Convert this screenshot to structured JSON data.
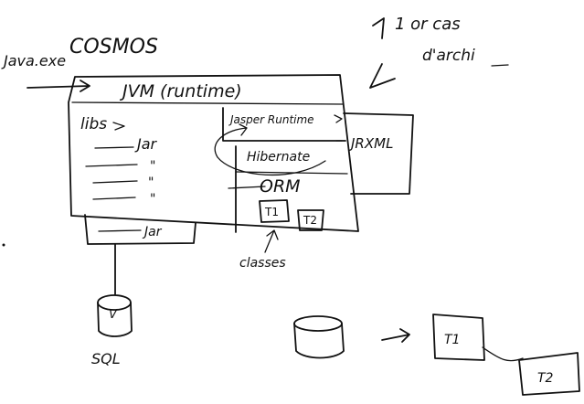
{
  "sketch": {
    "note_top_right_line1": "1 or cas",
    "note_top_right_line2": "d'archi",
    "java_exe_label": "Java.exe",
    "cosmos_label": "COSMOS",
    "jvm_label": "JVM (runtime)",
    "libs_label": "libs",
    "jar_label": "Jar",
    "ditto_marks": [
      "\"",
      "\"",
      "\""
    ],
    "jasper_label": "Jasper Runtime",
    "jrxml_label": "JRXML",
    "hibernate_label": "Hibernate",
    "orm_label": "ORM",
    "t1_label": "T1",
    "t2_label": "T2",
    "external_jar_label": "Jar",
    "classes_label": "classes",
    "sql_label": "SQL",
    "db_v_mark": "V",
    "table_t1_label": "T1",
    "table_t2_label": "T2"
  }
}
